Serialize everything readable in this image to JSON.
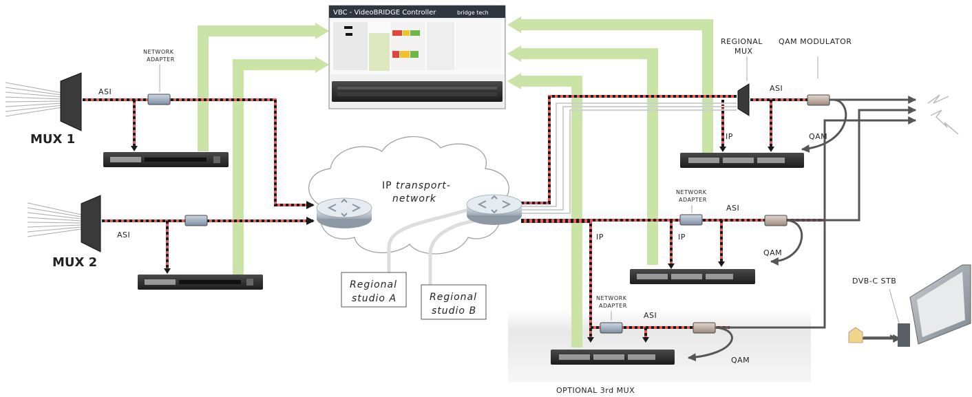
{
  "vbc_window": {
    "title": "VBC - VideoBRIDGE Controller",
    "brand": "bridge tech"
  },
  "mux_1": {
    "label": "MUX 1",
    "link_label": "ASI"
  },
  "mux_2": {
    "label": "MUX 2",
    "link_label": "ASI"
  },
  "network_adapter_label": [
    "NETWORK",
    "ADAPTER"
  ],
  "ip_network": {
    "line1_prefix": "IP",
    "line1_italic": "transport-",
    "line2": "network"
  },
  "studios": [
    {
      "line1": "Regional",
      "line2": "studio A"
    },
    {
      "line1": "Regional",
      "line2": "studio B"
    }
  ],
  "regional_mux": {
    "label_line1": "REGIONAL",
    "label_line2": "MUX"
  },
  "qam_modulator": {
    "label": "QAM MODULATOR"
  },
  "link_labels": {
    "asi": "ASI",
    "ip": "IP",
    "qam": "QAM"
  },
  "stb": {
    "label": "DVB-C STB"
  },
  "optional_mux": {
    "label": "OPTIONAL 3rd MUX"
  },
  "colors": {
    "asi_red": "#e85a5a",
    "green_feed": "#c9e4a6",
    "device_dark": "#2b2b2b",
    "adapter_blue": "#9aa7b8",
    "modulator_tan": "#b8a89a"
  }
}
